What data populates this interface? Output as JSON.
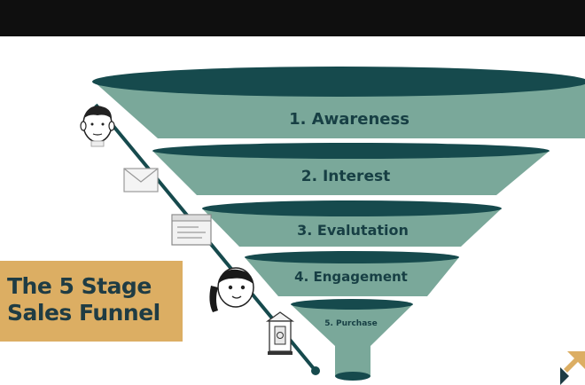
{
  "diagram": {
    "title_lines": [
      "The 5 Stage",
      "Sales Funnel"
    ],
    "stages": [
      {
        "label": "1. Awareness"
      },
      {
        "label": "2. Interest"
      },
      {
        "label": "3. Evalutation"
      },
      {
        "label": "4. Engagement"
      },
      {
        "label": "5. Purchase"
      }
    ],
    "path_icons": [
      "person-face-icon",
      "envelope-icon",
      "browser-window-icon",
      "girl-face-icon",
      "bank-building-icon"
    ],
    "colors": {
      "funnel_band": "#7aa89a",
      "funnel_rim": "#164a4d",
      "title_background": "#dcae63",
      "title_text": "#1f3c44",
      "top_bar": "#0f0f0f"
    }
  }
}
